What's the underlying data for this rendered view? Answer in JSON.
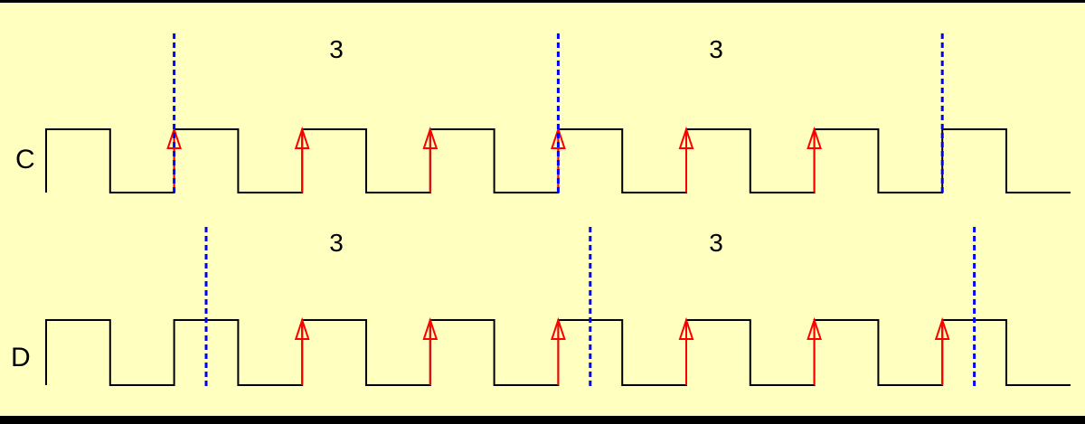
{
  "diagram": {
    "colors": {
      "background": "#ffffc0",
      "border": "#000000",
      "waveform": "#000000",
      "arrow": "#ff0000",
      "marker": "#0000ff"
    },
    "clock_edges_count": 16,
    "signals": [
      {
        "label": "C",
        "arrow_edges": [
          2,
          4,
          6,
          8,
          10,
          12
        ],
        "marker_edges": [
          2,
          8,
          14
        ],
        "marker_offset_fraction": 0,
        "counts": [
          "3",
          "3"
        ]
      },
      {
        "label": "D",
        "arrow_edges": [
          4,
          6,
          8,
          10,
          12,
          14
        ],
        "marker_edges": [
          2,
          8,
          14
        ],
        "marker_offset_fraction": 0.5,
        "counts": [
          "3",
          "3"
        ]
      }
    ]
  }
}
